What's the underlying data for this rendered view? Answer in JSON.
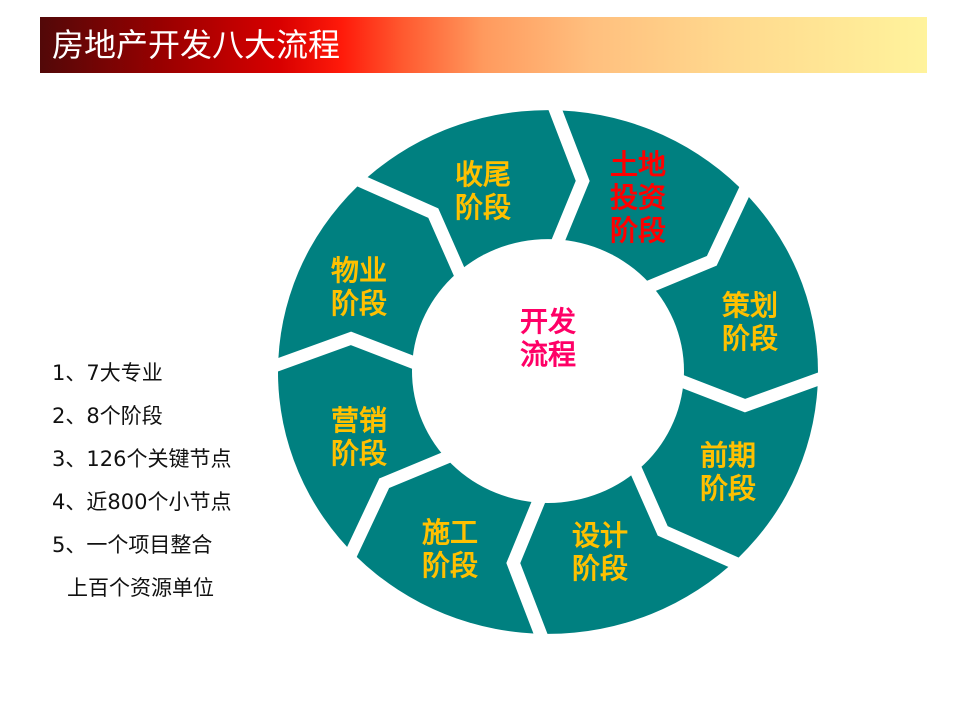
{
  "title": "房地产开发八大流程",
  "colors": {
    "ring": "#008080",
    "stage_text": "#FFC000",
    "highlight_text": "#FF0000",
    "center_text": "#FF0066",
    "gap": "#FFFFFF"
  },
  "diagram": {
    "center": {
      "line1": "开发",
      "line2": "流程"
    },
    "stages": [
      {
        "id": "land",
        "line1": "土地",
        "line2": "投资",
        "line3": "阶段",
        "highlighted": true
      },
      {
        "id": "planning",
        "line1": "策划",
        "line2": "阶段"
      },
      {
        "id": "preliminary",
        "line1": "前期",
        "line2": "阶段"
      },
      {
        "id": "design",
        "line1": "设计",
        "line2": "阶段"
      },
      {
        "id": "construction",
        "line1": "施工",
        "line2": "阶段"
      },
      {
        "id": "marketing",
        "line1": "营销",
        "line2": "阶段"
      },
      {
        "id": "property",
        "line1": "物业",
        "line2": "阶段"
      },
      {
        "id": "closing",
        "line1": "收尾",
        "line2": "阶段"
      }
    ]
  },
  "summary": {
    "items": [
      "1、7大专业",
      "2、8个阶段",
      "3、126个关键节点",
      "4、近800个小节点",
      "5、一个项目整合",
      "上百个资源单位"
    ]
  }
}
